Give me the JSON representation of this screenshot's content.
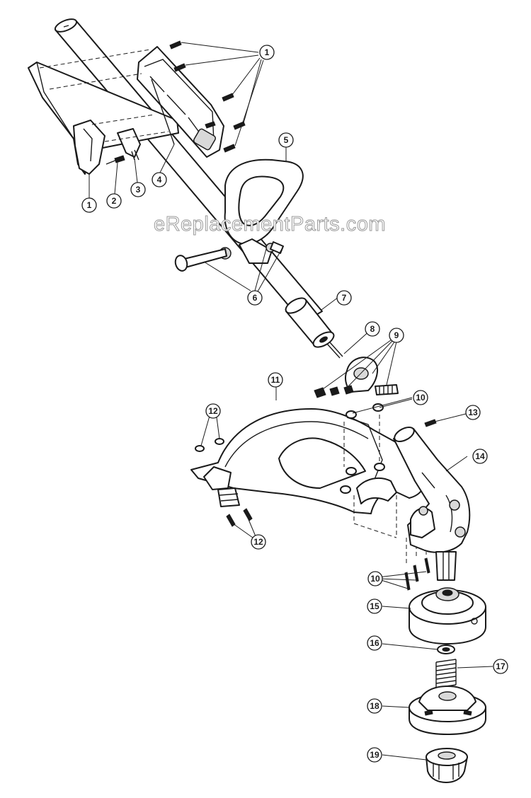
{
  "watermark": "eReplacementParts.com",
  "callouts": [
    "1",
    "1",
    "2",
    "3",
    "4",
    "5",
    "6",
    "7",
    "8",
    "9",
    "10",
    "10",
    "11",
    "12",
    "12",
    "13",
    "14",
    "15",
    "16",
    "17",
    "18",
    "19"
  ],
  "colors": {
    "line": "#1a1a1a",
    "background": "#ffffff",
    "watermark_outline": "#9a9a9a"
  }
}
